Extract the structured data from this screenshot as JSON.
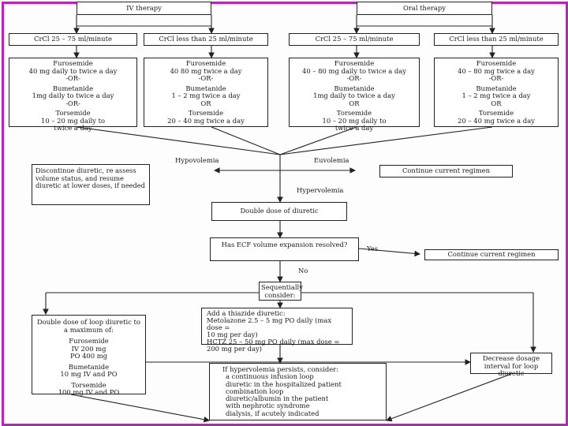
{
  "top": {
    "iv": "IV therapy",
    "oral": "Oral therapy"
  },
  "crcl": {
    "iv_high": "CrCl 25 – 75 ml/minute",
    "iv_low": "CrCl less than 25 ml/minute",
    "oral_high": "CrCl 25 – 75 ml/minute",
    "oral_low": "CrCl less than 25 ml/minute"
  },
  "dosing": {
    "iv_high": [
      [
        "Furosemide",
        "40 mg daily to twice a day",
        "-OR-"
      ],
      [
        "Bumetanide",
        "1mg daily to twice a day",
        "-OR-"
      ],
      [
        "Torsemide",
        "10 – 20 mg daily to",
        "twice a day"
      ]
    ],
    "iv_low": [
      [
        "Furosemide",
        "40   80 mg twice a day",
        "-OR-"
      ],
      [
        "Bumetanide",
        "1 – 2 mg twice a day",
        "OR"
      ],
      [
        "Torsemide",
        "20 – 40 mg twice a day"
      ]
    ],
    "oral_high": [
      [
        "Furosemide",
        "40 – 80 mg daily to twice a day",
        "-OR-"
      ],
      [
        "Bumetanide",
        "1mg daily to twice a day",
        "OR"
      ],
      [
        "Torsemide",
        "10 – 20 mg daily to",
        "twice a day"
      ]
    ],
    "oral_low": [
      [
        "Furosemide",
        "40 – 80 mg twice a day",
        "-OR-"
      ],
      [
        "Bumetanide",
        "1 – 2 mg twice a day",
        "OR"
      ],
      [
        "Torsemide",
        "20 – 40 mg twice a day"
      ]
    ]
  },
  "labels": {
    "hypovolemia": "Hypovolemia",
    "euvolemia": "Euvolemia",
    "hypervolemia": "Hypervolemia",
    "yes": "Yes",
    "no": "No"
  },
  "boxes": {
    "discontinue": "Discontinue diuretic, re assess volume status, and resume diuretic at lower doses, if needed",
    "continue_1": "Continue current regimen",
    "double_dose": "Double dose of diuretic",
    "ecf_question": "Has ECF volume expansion resolved?",
    "continue_2": "Continue current regimen",
    "sequentially": "Sequentially consider:",
    "decrease": "Decrease dosage interval for loop diuretic"
  },
  "loop_box": {
    "title": "Double dose of loop diuretic to a maximum of:",
    "drugs": [
      [
        "Furosemide",
        "IV 200 mg",
        "PO 400 mg"
      ],
      [
        "Bumetanide",
        "10 mg IV and PO"
      ],
      [
        "Torsemide",
        "100 mg IV and PO"
      ]
    ]
  },
  "thiazide_box": {
    "lines": [
      "Add a thiazide diuretic:",
      "Metolazone 2.5 – 5 mg PO daily (max dose =",
      "10 mg per day)",
      "HCTZ 25 – 50 mg PO daily (max dose =",
      "200 mg per day)"
    ]
  },
  "persist_box": {
    "title": "If hypervolemia persists, consider:",
    "items": [
      "a continuous infusion loop",
      "diuretic in the hospitalized patient",
      "combination loop",
      "diuretic/albumin in the patient",
      "with nephrotic syndrome",
      "dialysis, if acutely indicated"
    ]
  }
}
